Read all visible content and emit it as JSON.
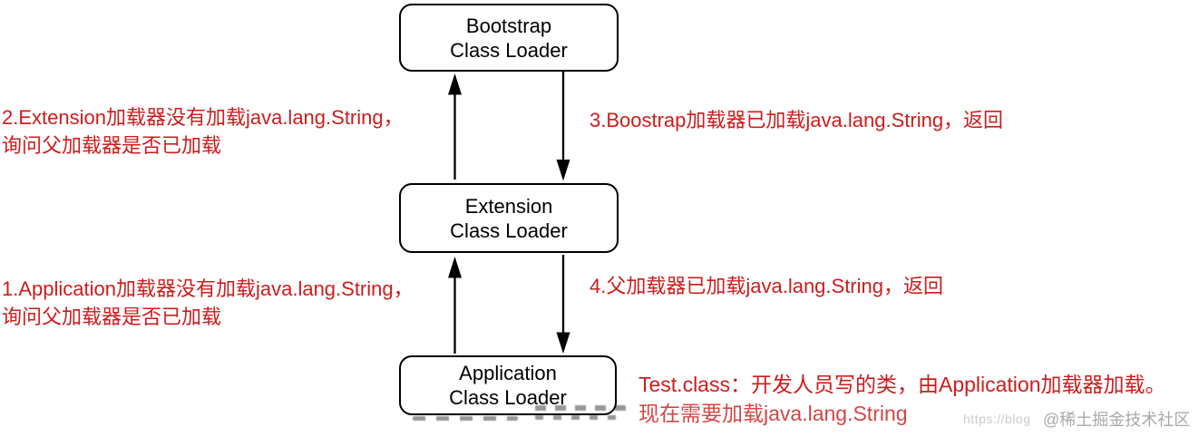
{
  "colors": {
    "annotation_red": "#ce1c1c",
    "box_border_black": "#000000",
    "watermark_light_gray": "#cbcbcb",
    "watermark_gray": "#a9a9a9",
    "background": "#ffffff"
  },
  "boxes": {
    "bootstrap": {
      "line1": "Bootstrap",
      "line2": "Class Loader"
    },
    "extension": {
      "line1": "Extension",
      "line2": "Class Loader"
    },
    "application": {
      "line1": "Application",
      "line2": "Class Loader"
    }
  },
  "notes": {
    "step2_line1": "2.Extension加载器没有加载java.lang.String，",
    "step2_line2": "询问父加载器是否已加载",
    "step3": "3.Boostrap加载器已加载java.lang.String，返回",
    "step1_line1": "1.Application加载器没有加载java.lang.String，",
    "step1_line2": "询问父加载器是否已加载",
    "step4": "4.父加载器已加载java.lang.String，返回",
    "test_line1": "Test.class：开发人员写的类，由Application加载器加载。",
    "test_line2": "现在需要加载java.lang.String"
  },
  "watermark": {
    "url": "https://blog",
    "community": "@稀土掘金技术社区"
  }
}
